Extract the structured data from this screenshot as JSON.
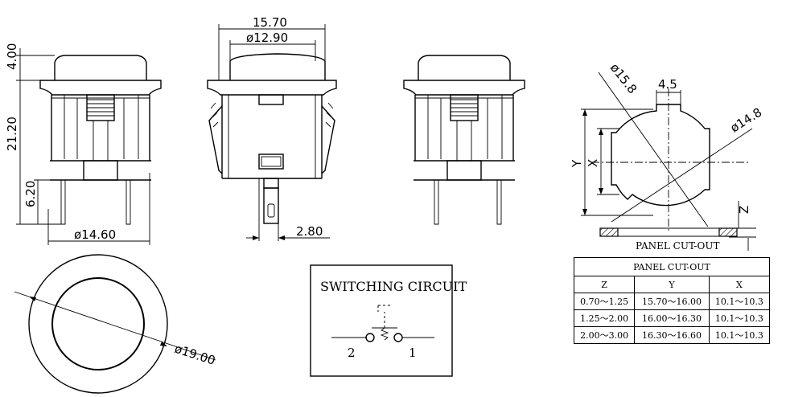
{
  "dimensions": {
    "overall_width": "15.70",
    "cap_diameter": "ø12.90",
    "cap_height": "4.00",
    "body_height": "21.20",
    "pin_length": "6.20",
    "body_diameter": "ø14.60",
    "terminal_offset": "2.80",
    "flange_diameter": "ø19.00",
    "cutout_diameter_major": "ø15.8",
    "cutout_diameter_minor": "ø14.8",
    "key_width": "4.5",
    "y_label": "Y",
    "x_label": "X",
    "z_label": "Z"
  },
  "panel_label": "PANEL CUT-OUT",
  "switching_circuit": {
    "title": "SWITCHING CIRCUIT",
    "terminal_left": "2",
    "terminal_right": "1"
  },
  "cutout_table": {
    "title": "PANEL CUT-OUT",
    "headers": [
      "Z",
      "Y",
      "X"
    ],
    "rows": [
      [
        "0.70～1.25",
        "15.70～16.00",
        "10.1～10.3"
      ],
      [
        "1.25～2.00",
        "16.00～16.30",
        "10.1～10.3"
      ],
      [
        "2.00～3.00",
        "16.30～16.60",
        "10.1～10.3"
      ]
    ]
  }
}
